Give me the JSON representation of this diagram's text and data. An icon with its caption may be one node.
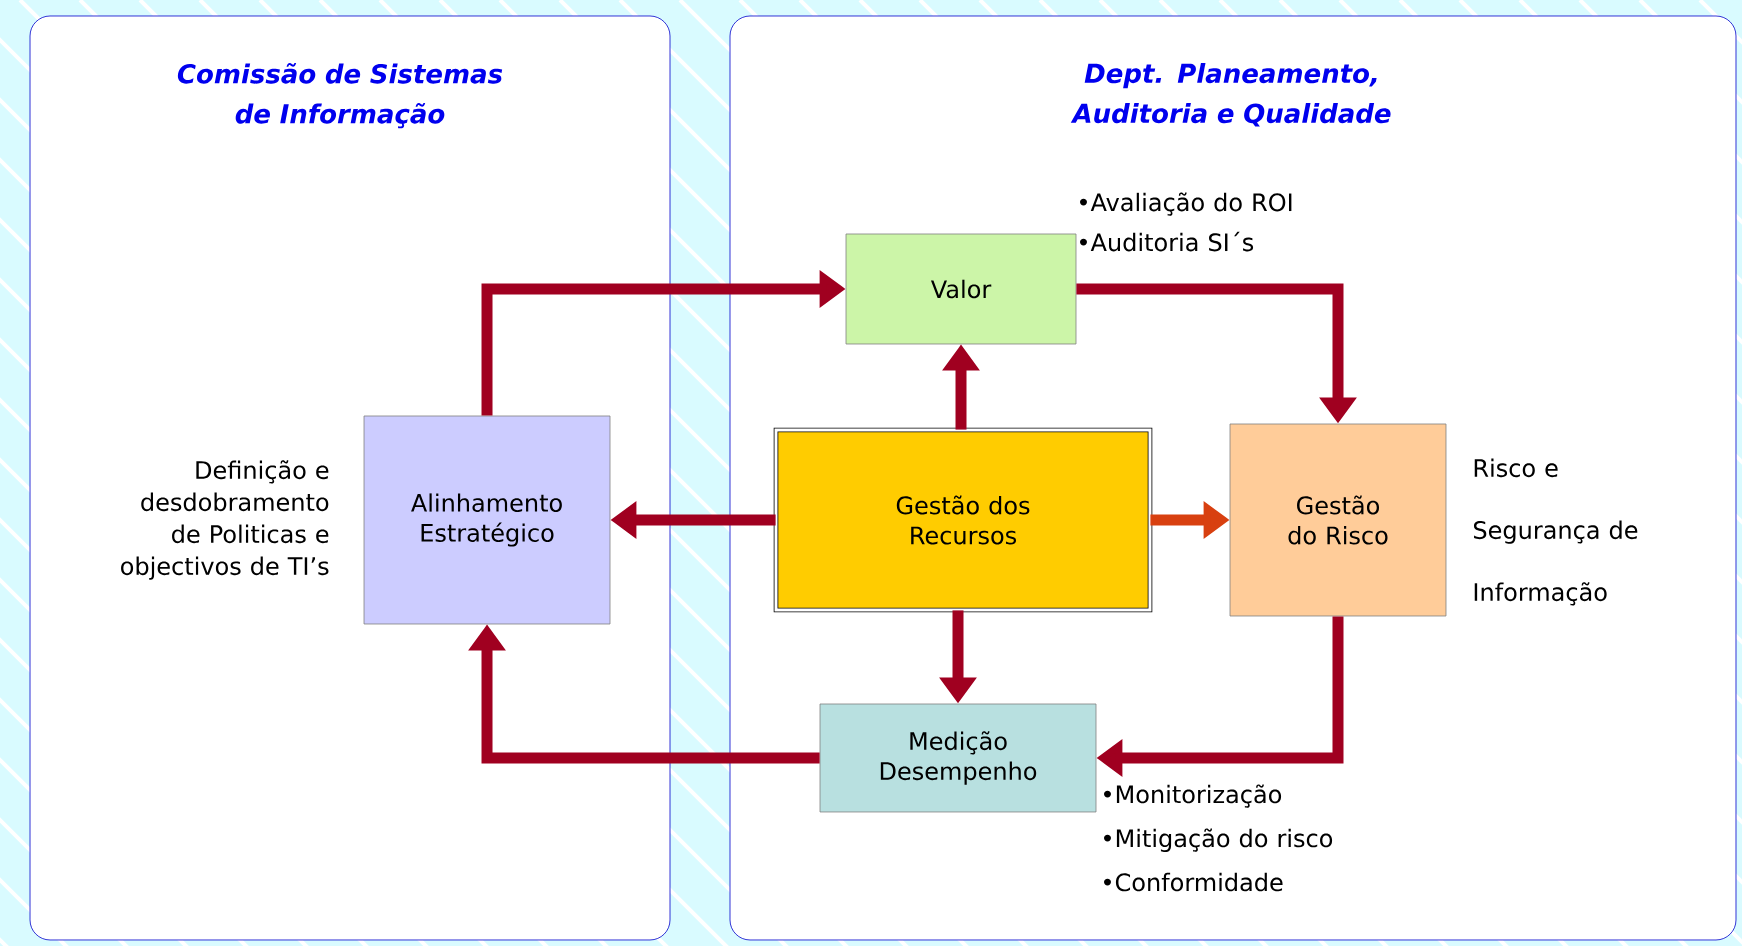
{
  "diagram": {
    "nodes": [
      {
        "text": [
          "Comissão de Sistemas de Informação"
        ]
      },
      {
        "text": [
          "Dept. Planeamento, Auditoria e Qualidade"
        ]
      },
      {
        "text": [
          "Alinhamento Estratégico"
        ],
        "in": 0,
        "beside": [
          "Definição e desdobramento de Politicas e objectivos de TI’s"
        ]
      },
      {
        "text": [
          "Valor"
        ],
        "in": 1,
        "beside": [
          "•Avaliação do ROI",
          "•Auditoria SI´s"
        ]
      },
      {
        "text": [
          "Gestão dos Recursos"
        ],
        "in": 1
      },
      {
        "text": [
          "Gestão do Risco"
        ],
        "in": 1,
        "beside": [
          "Risco e Segurança de Informação"
        ]
      },
      {
        "text": [
          "Medição Desempenho"
        ],
        "in": 1,
        "beside": [
          "•Monitorização",
          "•Mitigação do risco",
          "•Conformidade"
        ]
      }
    ],
    "edges": [
      {
        "from": 2,
        "to": 3,
        "arrow": "to"
      },
      {
        "from": 3,
        "to": 5,
        "arrow": "to"
      },
      {
        "from": 4,
        "to": 3,
        "arrow": "to"
      },
      {
        "from": 4,
        "to": 2,
        "arrow": "to"
      },
      {
        "from": 4,
        "to": 5,
        "arrow": "to",
        "color": "#d84010"
      },
      {
        "from": 4,
        "to": 6,
        "arrow": "to"
      },
      {
        "from": 5,
        "to": 6,
        "arrow": "to"
      },
      {
        "from": 6,
        "to": 2,
        "arrow": "to"
      }
    ]
  }
}
